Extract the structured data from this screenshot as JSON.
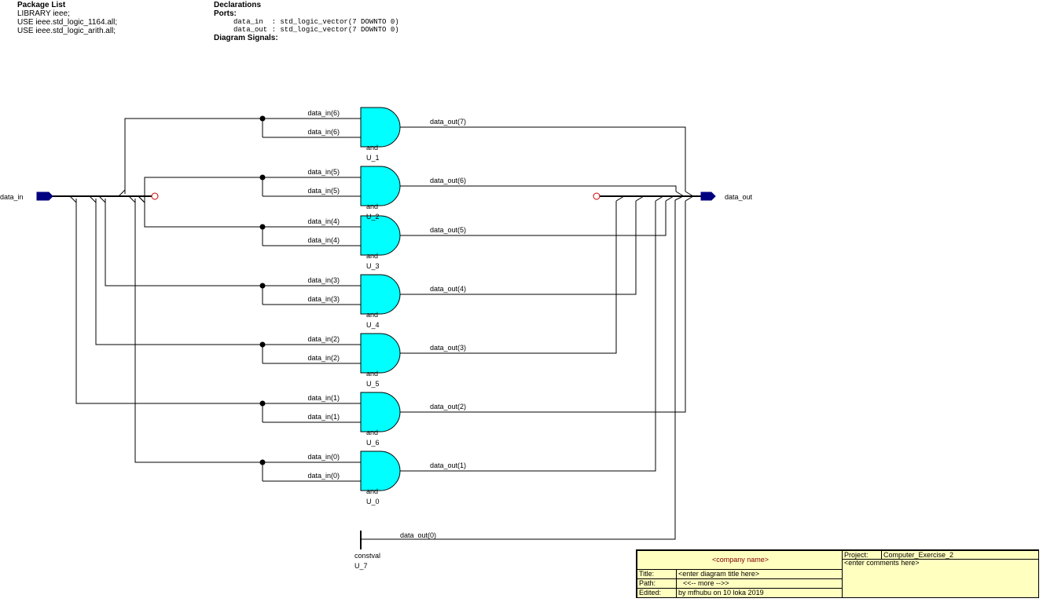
{
  "package_list": {
    "heading": "Package List",
    "lines": [
      "LIBRARY ieee;",
      "USE ieee.std_logic_1164.all;",
      "USE ieee.std_logic_arith.all;"
    ]
  },
  "declarations": {
    "heading": "Declarations",
    "ports_heading": "Ports:",
    "ports": [
      "data_in  : std_logic_vector(7 DOWNTO 0)",
      "data_out : std_logic_vector(7 DOWNTO 0)"
    ],
    "signals_heading": "Diagram Signals:"
  },
  "ports": {
    "input": "data_in",
    "output": "data_out"
  },
  "gate_type_label": "and",
  "gates": [
    {
      "name": "U_1",
      "in_a": "data_in(6)",
      "in_b": "data_in(6)",
      "out": "data_out(7)"
    },
    {
      "name": "U_2",
      "in_a": "data_in(5)",
      "in_b": "data_in(5)",
      "out": "data_out(6)"
    },
    {
      "name": "U_3",
      "in_a": "data_in(4)",
      "in_b": "data_in(4)",
      "out": "data_out(5)"
    },
    {
      "name": "U_4",
      "in_a": "data_in(3)",
      "in_b": "data_in(3)",
      "out": "data_out(4)"
    },
    {
      "name": "U_5",
      "in_a": "data_in(2)",
      "in_b": "data_in(2)",
      "out": "data_out(3)"
    },
    {
      "name": "U_6",
      "in_a": "data_in(1)",
      "in_b": "data_in(1)",
      "out": "data_out(2)"
    },
    {
      "name": "U_0",
      "in_a": "data_in(0)",
      "in_b": "data_in(0)",
      "out": "data_out(1)"
    }
  ],
  "constval": {
    "type": "constval",
    "name": "U_7",
    "out": "data_out(0)"
  },
  "colors": {
    "gate_fill": "#00ffff",
    "port_fill": "#000080",
    "title_bg": "#ffffc0",
    "company_text": "#800000",
    "bus_end": "#cc0000"
  },
  "title_block": {
    "company": "<company name>",
    "project_label": "Project:",
    "project_value": "Computer_Exercise_2",
    "comments": "<enter comments here>",
    "title_label": "Title:",
    "title_value": "<enter diagram title here>",
    "path_label": "Path:",
    "path_value": "<<-- more -->>",
    "edited_label": "Edited:",
    "edited_value": "by mfhubu on 10 lоka 2019"
  }
}
